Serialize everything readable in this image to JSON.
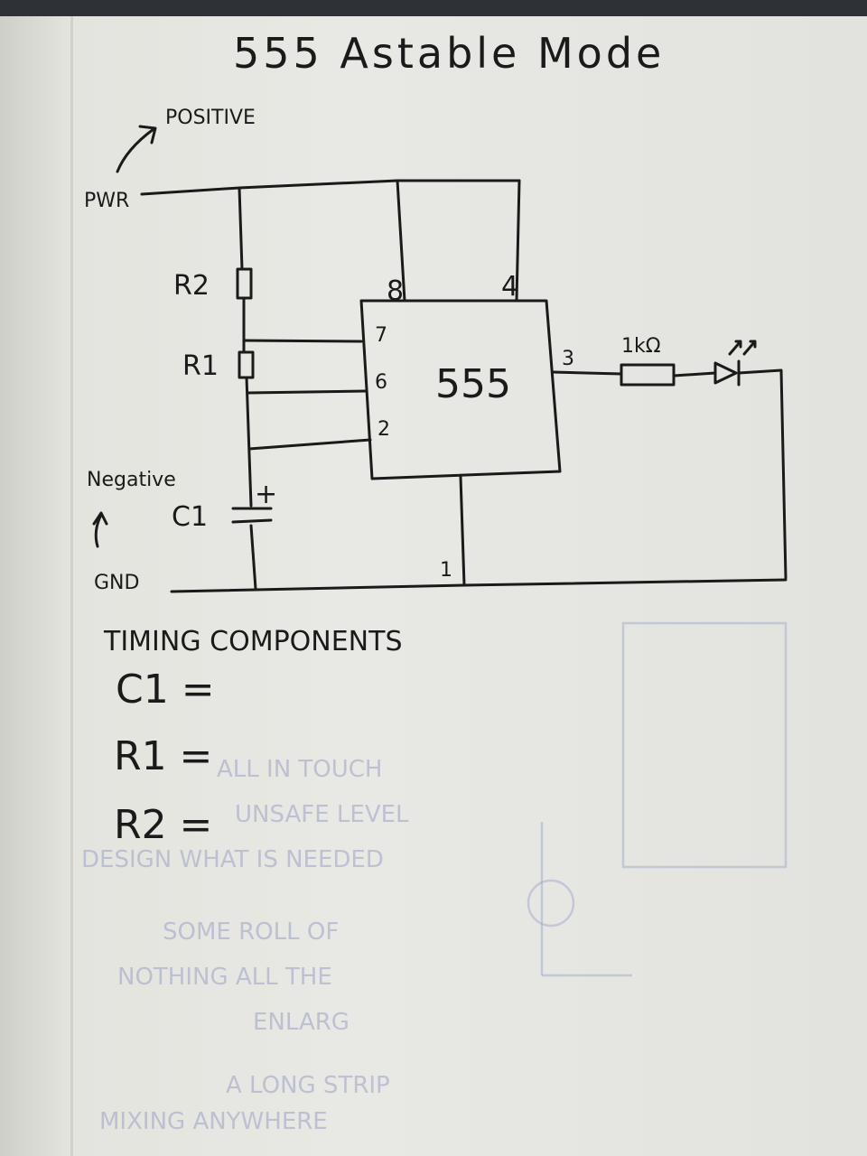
{
  "title": "555 Astable Mode",
  "labels": {
    "positive": "POSITIVE",
    "pwr": "PWR",
    "negative": "Negative",
    "gnd": "GND",
    "r2": "R2",
    "r1": "R1",
    "c1": "C1",
    "c1_polarity": "+",
    "chip": "555",
    "pin8": "8",
    "pin4": "4",
    "pin7": "7",
    "pin6": "6",
    "pin2": "2",
    "pin3": "3",
    "pin1": "1",
    "resistor_out": "1kΩ"
  },
  "timing": {
    "heading": "TIMING COMPONENTS",
    "c1": "C1 =",
    "r1": "R1 =",
    "r2": "R2 ="
  },
  "colors": {
    "ink": "#1a1a1a",
    "paper": "#e6e6e2",
    "bleed_through": "#9aa3c8"
  }
}
